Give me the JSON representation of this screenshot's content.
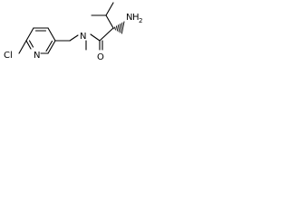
{
  "atoms": {
    "chlorine": "Cl",
    "pyridine_nitrogen": "N",
    "amide_nitrogen": "N",
    "carbonyl_oxygen": "O",
    "amine_n": "N",
    "amine_h": "H",
    "amine_subscript": "2"
  },
  "colors": {
    "bond": "#000000",
    "label": "#000000",
    "background": "#ffffff"
  }
}
